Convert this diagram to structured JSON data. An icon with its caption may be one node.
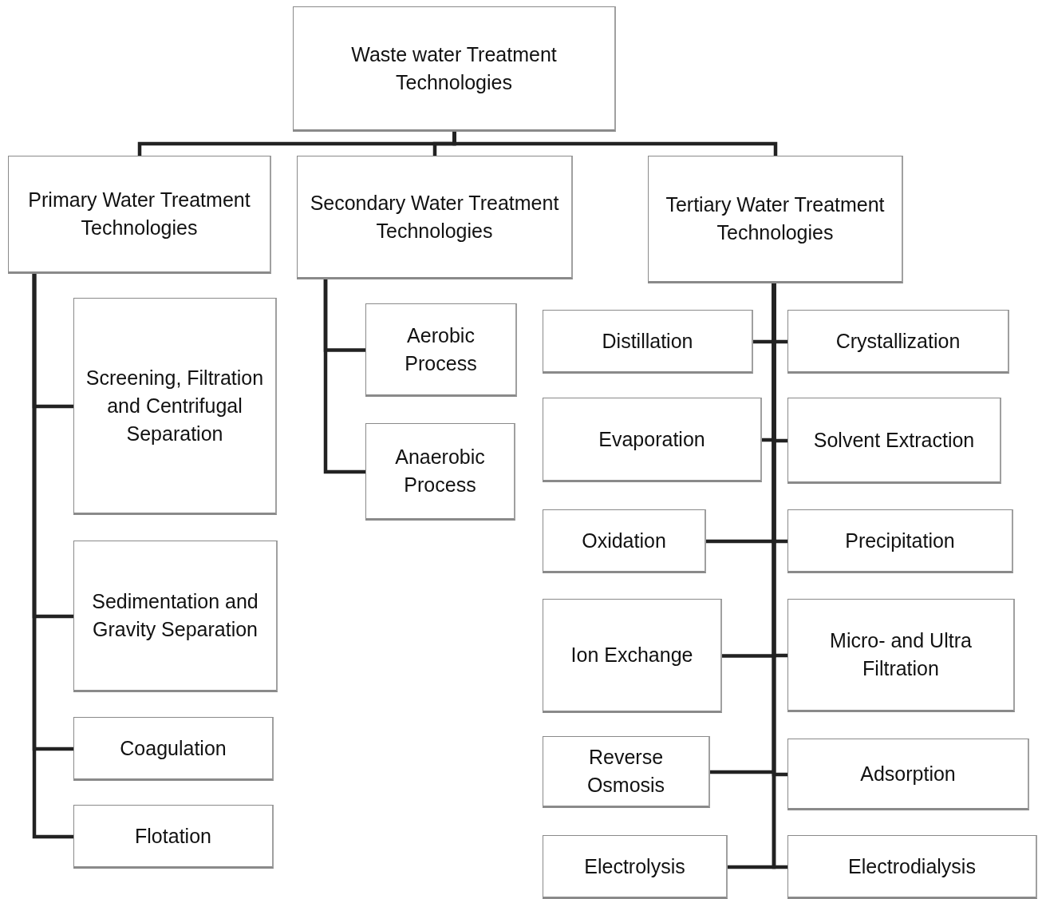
{
  "diagram": {
    "nodes": [
      {
        "text": [
          "Waste water Treatment Technologies"
        ]
      },
      {
        "text": [
          "Primary Water Treatment Technologies"
        ]
      },
      {
        "text": [
          "Secondary Water Treatment Technologies"
        ]
      },
      {
        "text": [
          "Tertiary Water Treatment Technologies"
        ]
      },
      {
        "text": [
          "Screening, Filtration and Centrifugal Separation"
        ]
      },
      {
        "text": [
          "Sedimentation and Gravity Separation"
        ]
      },
      {
        "text": [
          "Coagulation"
        ]
      },
      {
        "text": [
          "Flotation"
        ]
      },
      {
        "text": [
          "Aerobic Process"
        ]
      },
      {
        "text": [
          "Anaerobic Process"
        ]
      },
      {
        "text": [
          "Distillation"
        ]
      },
      {
        "text": [
          "Crystallization"
        ]
      },
      {
        "text": [
          "Evaporation"
        ]
      },
      {
        "text": [
          "Solvent Extraction"
        ]
      },
      {
        "text": [
          "Oxidation"
        ]
      },
      {
        "text": [
          "Precipitation"
        ]
      },
      {
        "text": [
          "Ion Exchange"
        ]
      },
      {
        "text": [
          "Micro- and Ultra Filtration"
        ]
      },
      {
        "text": [
          "Reverse Osmosis"
        ]
      },
      {
        "text": [
          "Adsorption"
        ]
      },
      {
        "text": [
          "Electrolysis"
        ]
      },
      {
        "text": [
          "Electrodialysis"
        ]
      }
    ],
    "edges": [
      {
        "from": 0,
        "to": 1,
        "arrow": "none"
      },
      {
        "from": 0,
        "to": 2,
        "arrow": "none"
      },
      {
        "from": 0,
        "to": 3,
        "arrow": "none"
      },
      {
        "from": 1,
        "to": 4,
        "arrow": "none"
      },
      {
        "from": 1,
        "to": 5,
        "arrow": "none"
      },
      {
        "from": 1,
        "to": 6,
        "arrow": "none"
      },
      {
        "from": 1,
        "to": 7,
        "arrow": "none"
      },
      {
        "from": 2,
        "to": 8,
        "arrow": "none"
      },
      {
        "from": 2,
        "to": 9,
        "arrow": "none"
      },
      {
        "from": 3,
        "to": 10,
        "arrow": "none"
      },
      {
        "from": 3,
        "to": 11,
        "arrow": "none"
      },
      {
        "from": 3,
        "to": 12,
        "arrow": "none"
      },
      {
        "from": 3,
        "to": 13,
        "arrow": "none"
      },
      {
        "from": 3,
        "to": 14,
        "arrow": "none"
      },
      {
        "from": 3,
        "to": 15,
        "arrow": "none"
      },
      {
        "from": 3,
        "to": 16,
        "arrow": "none"
      },
      {
        "from": 3,
        "to": 17,
        "arrow": "none"
      },
      {
        "from": 3,
        "to": 18,
        "arrow": "none"
      },
      {
        "from": 3,
        "to": 19,
        "arrow": "none"
      },
      {
        "from": 3,
        "to": 20,
        "arrow": "none"
      },
      {
        "from": 3,
        "to": 21,
        "arrow": "none"
      }
    ]
  }
}
